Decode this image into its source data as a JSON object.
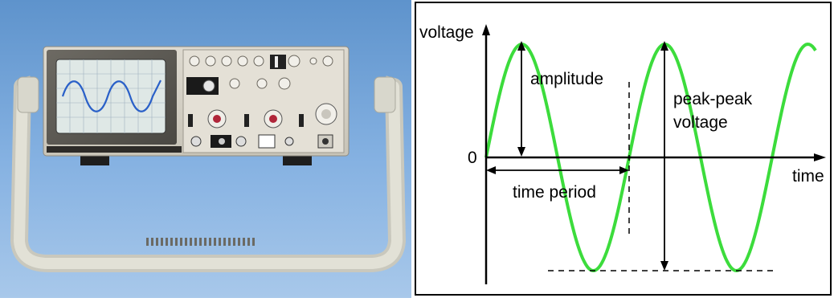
{
  "photo": {
    "subject": "oscilloscope",
    "colors": {
      "background_top": "#5e93cc",
      "background_bottom": "#a8c8ea",
      "body": "#d6d2c6",
      "screen": "#dfe8e6",
      "trace": "#2a60c8",
      "handle": "#d8d7cc"
    }
  },
  "diagram": {
    "labels": {
      "y_axis": "voltage",
      "x_axis": "time",
      "origin": "0",
      "amplitude": "amplitude",
      "peak_line1": "peak-peak",
      "peak_line2": "voltage",
      "period": "time period"
    },
    "colors": {
      "wave": "#3cdc3c",
      "axis": "#000000",
      "border": "#000000"
    }
  }
}
